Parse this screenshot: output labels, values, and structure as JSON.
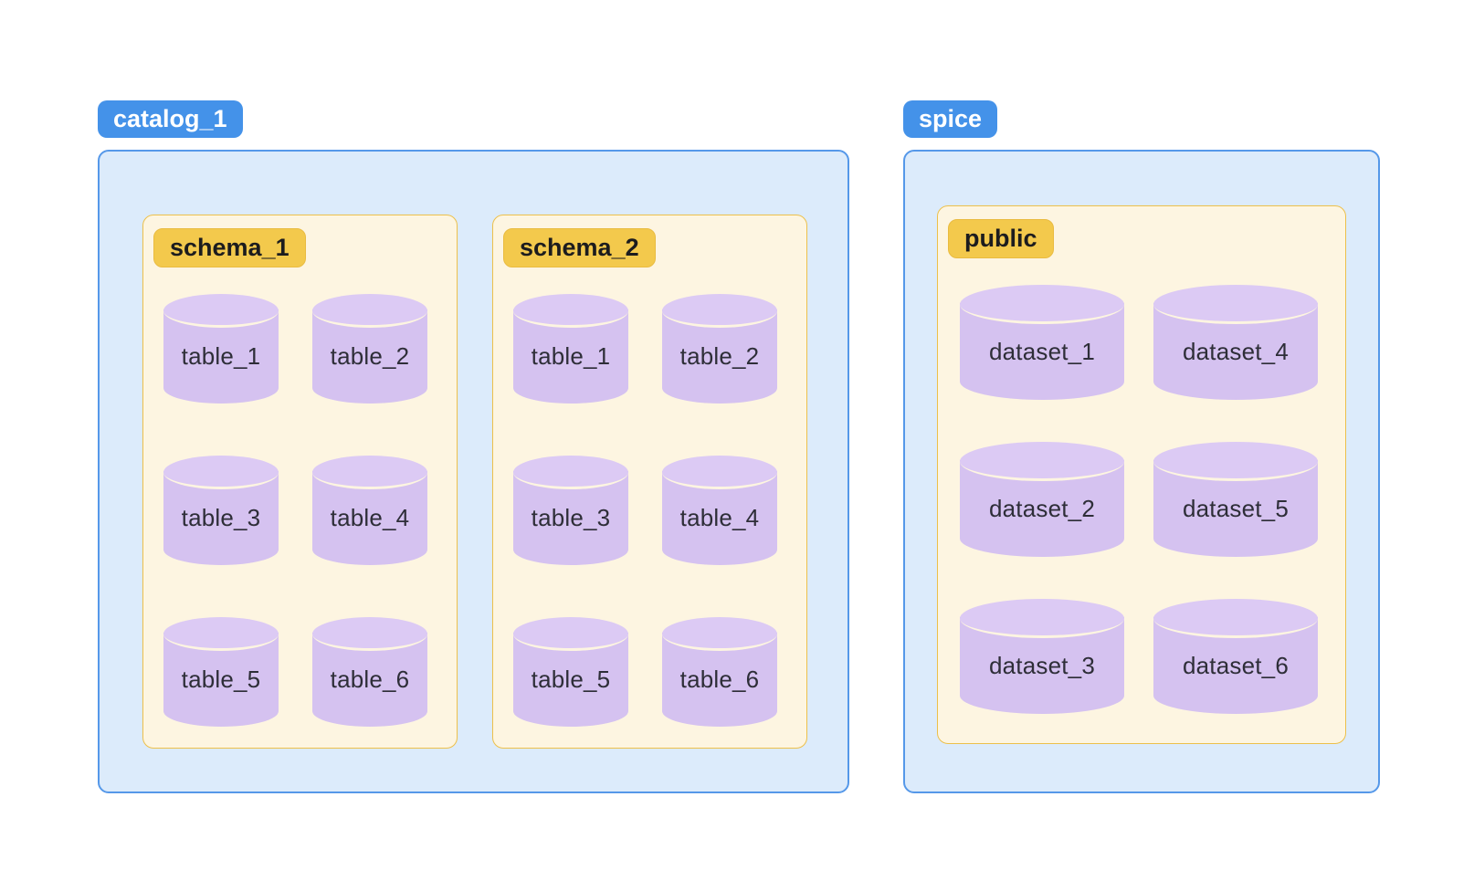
{
  "colors": {
    "page_background": "#ffffff",
    "catalog_badge_bg": "#4492e9",
    "catalog_badge_text": "#ffffff",
    "catalog_box_bg": "#dcebfb",
    "catalog_box_border": "#5598e9",
    "schema_badge_bg": "#f3c94c",
    "schema_badge_text": "#1c1c1e",
    "schema_box_bg": "#fdf5e1",
    "schema_box_border": "#ecc04b",
    "cylinder_body": "#d5c2f0",
    "cylinder_top": "#dccaf4",
    "cylinder_label_text": "#2e2e38"
  },
  "groups": [
    {
      "badge": "catalog_1",
      "schemas": [
        {
          "badge": "schema_1",
          "items": [
            "table_1",
            "table_2",
            "table_3",
            "table_4",
            "table_5",
            "table_6"
          ]
        },
        {
          "badge": "schema_2",
          "items": [
            "table_1",
            "table_2",
            "table_3",
            "table_4",
            "table_5",
            "table_6"
          ]
        }
      ]
    },
    {
      "badge": "spice",
      "schemas": [
        {
          "badge": "public",
          "items": [
            "dataset_1",
            "dataset_2",
            "dataset_3",
            "dataset_4",
            "dataset_5",
            "dataset_6"
          ]
        }
      ]
    }
  ]
}
